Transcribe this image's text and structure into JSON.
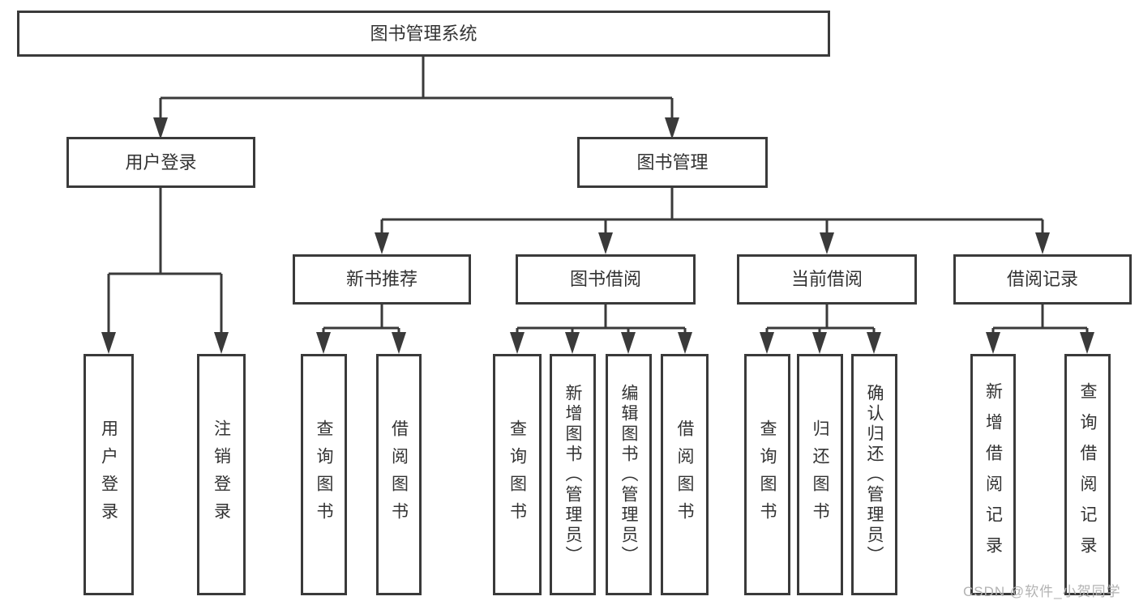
{
  "diagram": {
    "root": {
      "label": "图书管理系统"
    },
    "level2": {
      "user_login": {
        "label": "用户登录"
      },
      "book_mgmt": {
        "label": "图书管理"
      }
    },
    "level3": {
      "new_book": {
        "label": "新书推荐"
      },
      "book_borrow": {
        "label": "图书借阅"
      },
      "current_borrow": {
        "label": "当前借阅"
      },
      "borrow_records": {
        "label": "借阅记录"
      }
    },
    "leaves": {
      "user_login_action": {
        "label": "用户登录"
      },
      "logout": {
        "label": "注销登录"
      },
      "nb_query_books": {
        "label": "查询图书"
      },
      "nb_borrow_books": {
        "label": "借阅图书"
      },
      "bb_query_books": {
        "label": "查询图书"
      },
      "bb_add_books": {
        "label": "新增图书（管理员）"
      },
      "bb_edit_books": {
        "label": "编辑图书（管理员）"
      },
      "bb_borrow_books": {
        "label": "借阅图书"
      },
      "cb_query_books": {
        "label": "查询图书"
      },
      "cb_return_books": {
        "label": "归还图书"
      },
      "cb_confirm_return": {
        "label": "确认归还（管理员）"
      },
      "br_add_record": {
        "label": "新增借阅记录"
      },
      "br_query_record": {
        "label": "查询借阅记录"
      }
    }
  },
  "watermark": {
    "text": "CSDN @软件_小贺同学"
  },
  "colors": {
    "line": "#3a3a3a",
    "text": "#333333",
    "watermark": "#b3b3b3",
    "background": "#ffffff"
  }
}
